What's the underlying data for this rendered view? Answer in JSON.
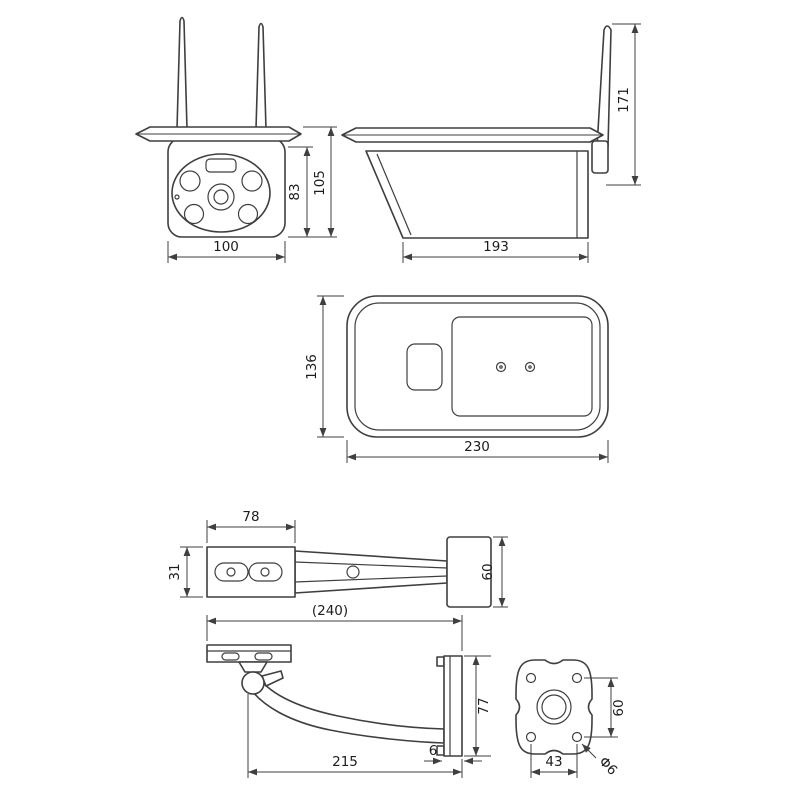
{
  "drawing": {
    "front_view": {
      "width": "100",
      "body_height": "83",
      "overall_height": "105"
    },
    "side_view": {
      "length": "193",
      "antenna_length": "171"
    },
    "top_view": {
      "width": "230",
      "depth": "136"
    },
    "bracket_top_view": {
      "plate_width": "78",
      "plate_depth": "31",
      "base_height": "60"
    },
    "bracket_side_view": {
      "overall_length": "(240)",
      "arm_length": "215",
      "wall_plate_height": "77",
      "wall_plate_thickness": "6"
    },
    "wall_plate_view": {
      "hole_pitch_width": "43",
      "hole_pitch_height": "60",
      "hole_diameter": "Φ6"
    }
  }
}
